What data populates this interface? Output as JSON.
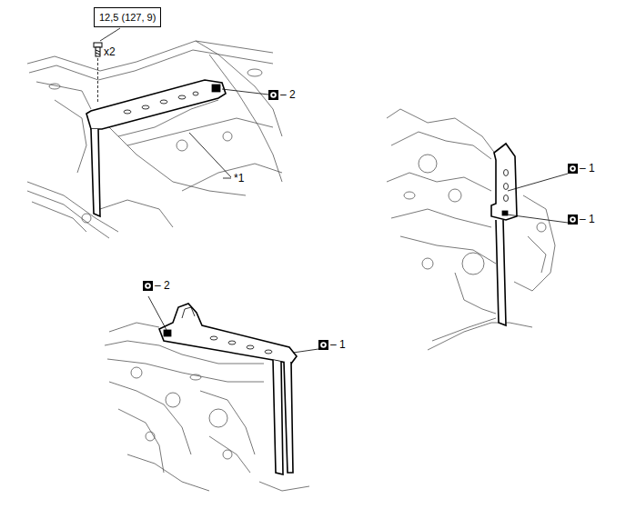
{
  "diagram": {
    "nodes": [
      {
        "text": [
          "12,5 (127, 9)"
        ]
      }
    ],
    "labels": [
      "x2",
      "– 2",
      "*1",
      "– 1",
      "– 1",
      "– 2",
      "– 1"
    ]
  }
}
